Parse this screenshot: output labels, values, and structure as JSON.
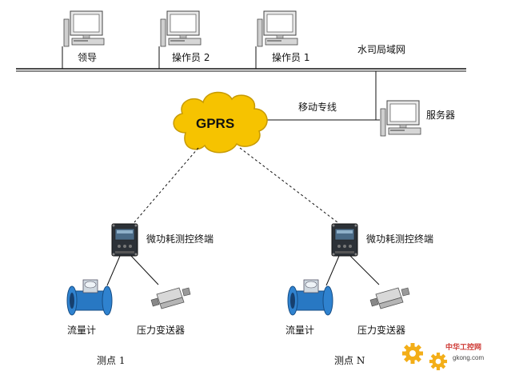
{
  "network": {
    "lan_label": "水司局域网",
    "pcs": [
      {
        "label": "领导"
      },
      {
        "label": "操作员 2"
      },
      {
        "label": "操作员 1"
      }
    ],
    "server_label": "服务器",
    "dedicated_line_label": "移动专线",
    "cloud_label": "GPRS"
  },
  "sites": [
    {
      "terminal_label": "微功耗测控终端",
      "flowmeter_label": "流量计",
      "pressure_label": "压力变送器",
      "site_label": "测点 1"
    },
    {
      "terminal_label": "微功耗测控终端",
      "flowmeter_label": "流量计",
      "pressure_label": "压力变送器",
      "site_label": "测点 N"
    }
  ],
  "watermark": {
    "brand": "中华工控网",
    "domain": "gkong.com"
  },
  "colors": {
    "cloud_fill": "#f6c300",
    "cloud_stroke": "#c79a00",
    "pipe_blue": "#1f6fb8"
  }
}
